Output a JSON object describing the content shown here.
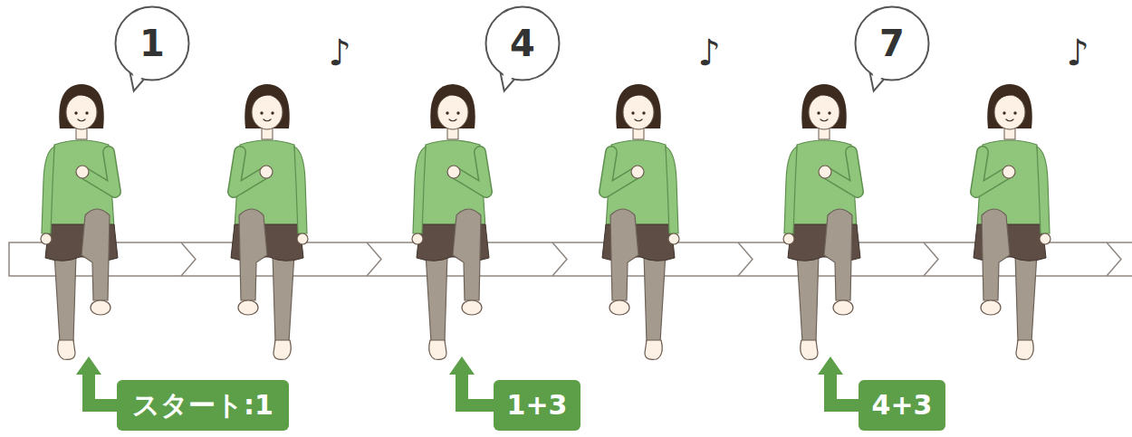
{
  "diagram": {
    "nodes": [
      {
        "text": [
          "1"
        ]
      },
      {
        "text": [
          "4"
        ]
      },
      {
        "text": [
          "7"
        ]
      },
      {
        "text": [
          "スタート:1"
        ]
      },
      {
        "text": [
          "1+3"
        ]
      },
      {
        "text": [
          "4+3"
        ]
      }
    ],
    "labels": [
      "♪",
      "♪",
      "♪"
    ]
  }
}
